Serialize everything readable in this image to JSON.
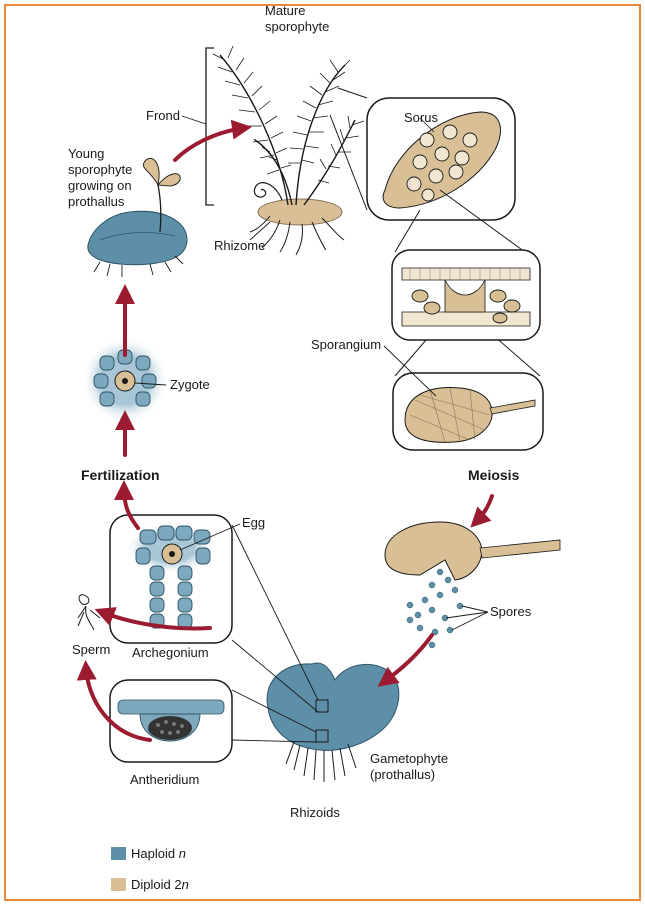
{
  "colors": {
    "haploid": "#5d8fa8",
    "haploid_light": "#9ec0d2",
    "diploid": "#d9bf95",
    "arrow": "#9b1c31",
    "border": "#e8883a",
    "ink": "#1a1a1a"
  },
  "labels": {
    "mature_sporophyte_1": "Mature",
    "mature_sporophyte_2": "sporophyte",
    "frond": "Frond",
    "young_1": "Young",
    "young_2": "sporophyte",
    "young_3": "growing on",
    "young_4": "prothallus",
    "rhizome": "Rhizome",
    "sorus": "Sorus",
    "sporangium": "Sporangium",
    "zygote": "Zygote",
    "fertilization": "Fertilization",
    "meiosis": "Meiosis",
    "egg": "Egg",
    "sperm": "Sperm",
    "archegonium": "Archegonium",
    "spores": "Spores",
    "antheridium": "Antheridium",
    "gametophyte_1": "Gametophyte",
    "gametophyte_2": "(prothallus)",
    "rhizoids": "Rhizoids"
  },
  "legend": [
    {
      "label": "Haploid ",
      "italic": "n",
      "color": "#5d8fa8"
    },
    {
      "label": "Diploid 2",
      "italic": "n",
      "color": "#d9bf95"
    }
  ]
}
